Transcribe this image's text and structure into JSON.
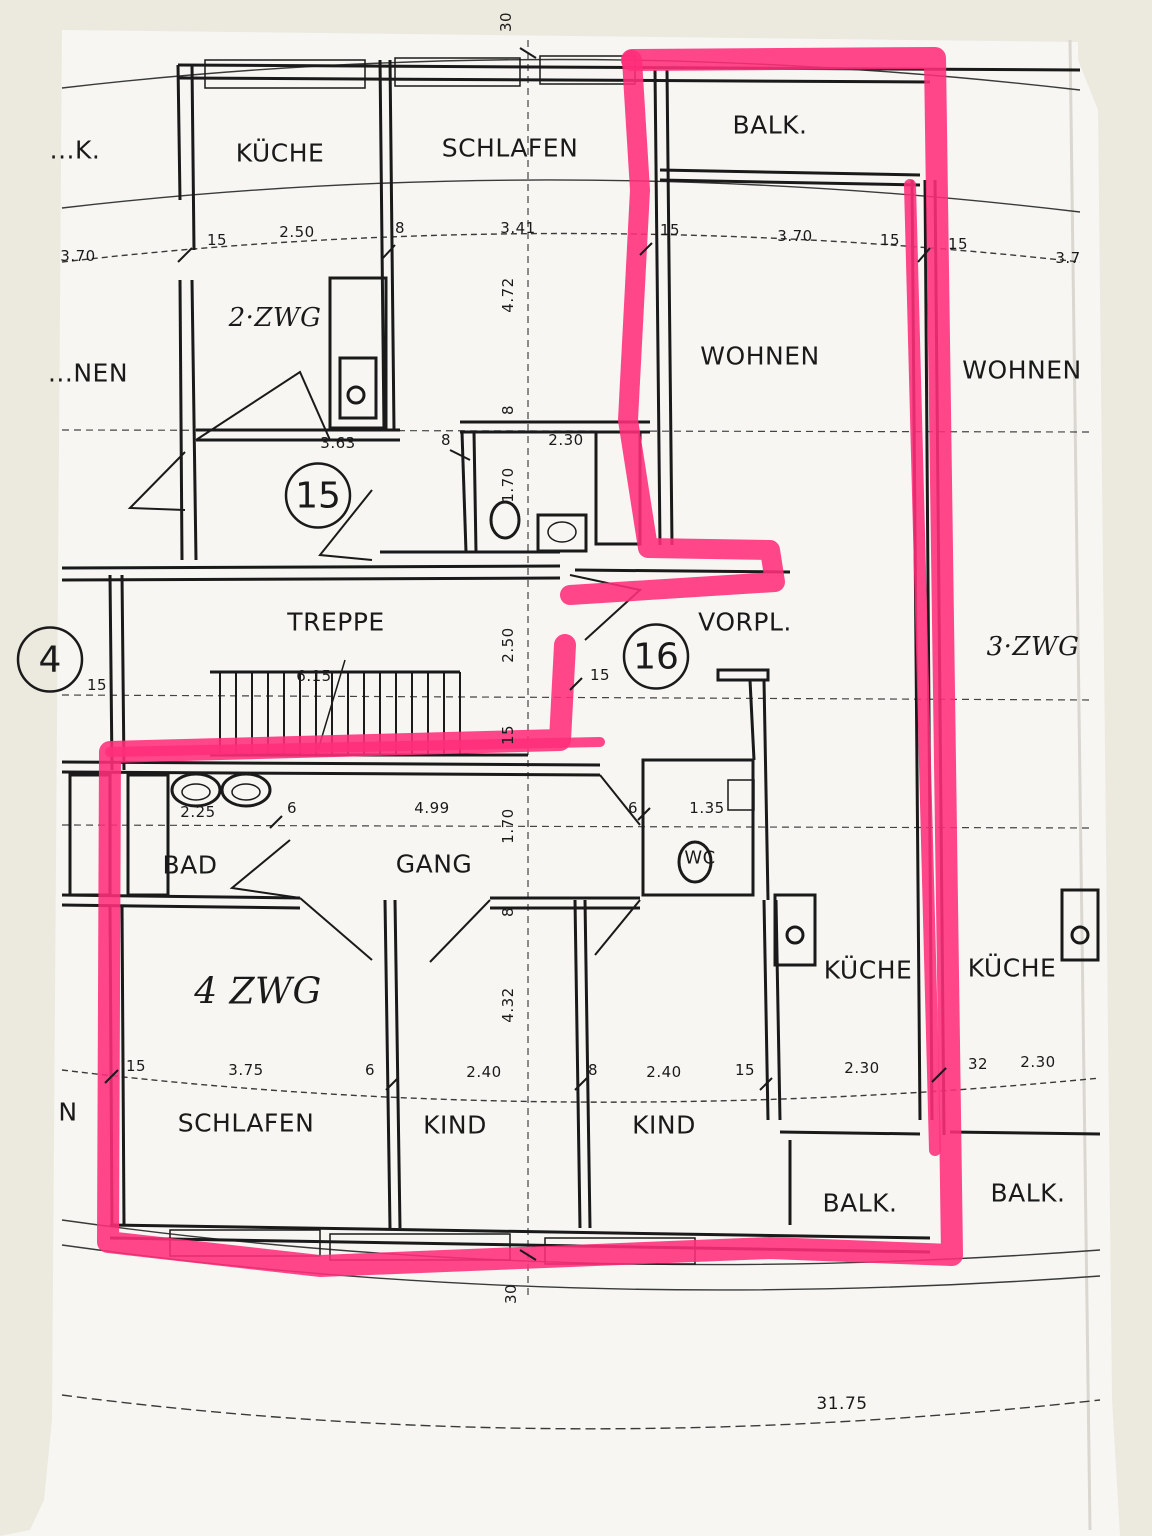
{
  "rooms": {
    "balk_top_left": "...K.",
    "kueche_top": "KÜCHE",
    "schlafen_top": "SCHLAFEN",
    "balk_top": "BALK.",
    "wohnen_left": "...NEN",
    "wohnen_middle": "WOHNEN",
    "wohnen_right": "WOHNEN",
    "treppe": "TREPPE",
    "vorpl": "VORPL.",
    "bad": "BAD",
    "gang": "GANG",
    "kueche_right1": "KÜCHE",
    "kueche_right2": "KÜCHE",
    "schlafen_bottom": "SCHLAFEN",
    "kind1": "KIND",
    "kind2": "KIND",
    "balk_bottom1": "BALK.",
    "balk_bottom2": "BALK.",
    "n_left": "N"
  },
  "units": {
    "u15": "15",
    "u16": "16",
    "u14": "4"
  },
  "handwritten": {
    "zwg2": "2·ZWG",
    "zwg3": "3·ZWG",
    "zwg4": "4 ZWG"
  },
  "dimensions": {
    "d_top_30": "30",
    "d_15a": "15",
    "d_250": "2.50",
    "d_8a": "8",
    "d_341": "3.41",
    "d_15b": "15",
    "d_370": "3.70",
    "d_15c": "15",
    "d_15d": "15",
    "d_370_left": "3.70",
    "d_37_right": "3.7",
    "d_472": "4.72",
    "d_8b": "8",
    "d_363": "3.63",
    "d_8c": "8",
    "d_230_bath": "2.30",
    "d_170_top": "1.70",
    "d_250_v": "2.50",
    "d_15_vorpl": "15",
    "d_15_stair_left": "15",
    "d_615": "6.15",
    "d_15_v": "15",
    "d_225": "2.25",
    "d_6a": "6",
    "d_499": "4.99",
    "d_170_v": "1.70",
    "d_6b": "6",
    "d_135": "1.35",
    "d_8_v": "8",
    "d_432": "4.32",
    "d_15e": "15",
    "d_375": "3.75",
    "d_6c": "6",
    "d_240a": "2.40",
    "d_8d": "8",
    "d_240b": "2.40",
    "d_15f": "15",
    "d_230": "2.30",
    "d_32": "32",
    "d_230b": "2.30",
    "d_bottom_30": "30",
    "d_3175": "31.75"
  },
  "wc": "WC",
  "colors": {
    "paper": "#f7f6f3",
    "ink": "#1a1a1a",
    "highlight": "#ff2d7a",
    "background": "#eceadf"
  }
}
